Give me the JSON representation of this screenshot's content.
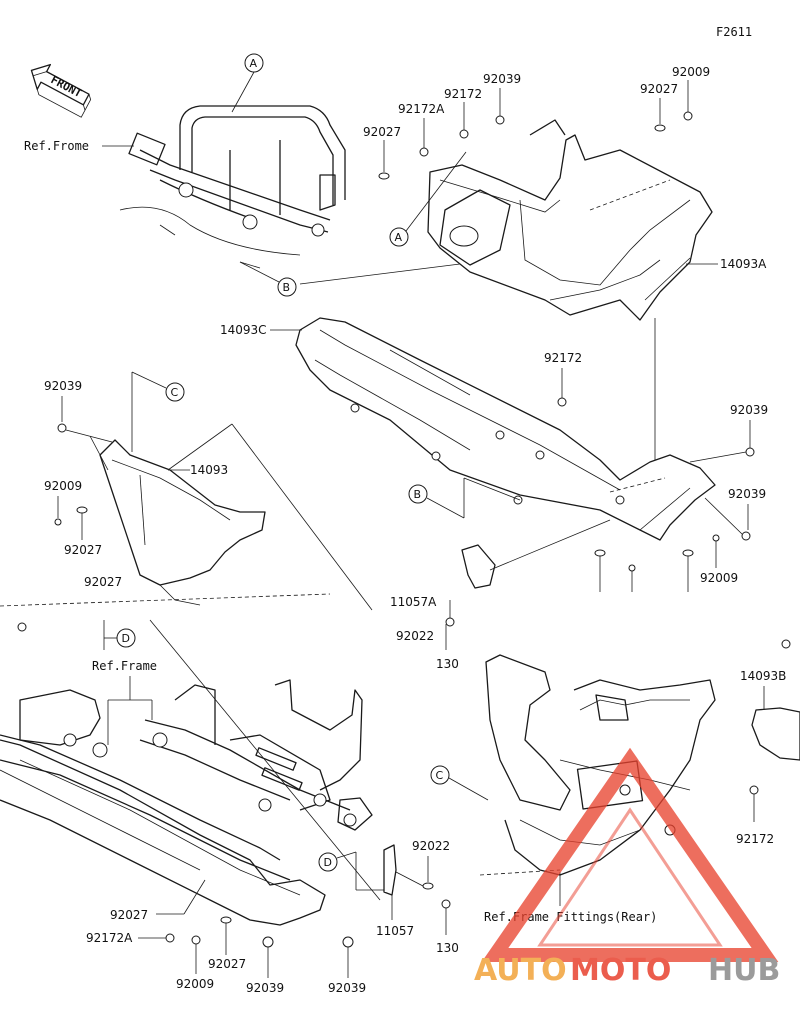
{
  "diagram": {
    "figure_code": "F2611",
    "front_arrow_label": "FRONT",
    "refs": {
      "frame_top": "Ref.Frome",
      "frame_mid": "Ref.Frame",
      "frame_fittings": "Ref.Frame Fittings(Rear)"
    },
    "callouts": [
      "A",
      "B",
      "C",
      "D"
    ],
    "parts": {
      "p14093A": "14093A",
      "p14093C": "14093C",
      "p14093": "14093",
      "p14093B": "14093B",
      "p92039": "92039",
      "p92009": "92009",
      "p92027": "92027",
      "p92172": "92172",
      "p92172A": "92172A",
      "p92022": "92022",
      "p11057": "11057",
      "p11057A": "11057A",
      "p130": "130"
    }
  },
  "watermark": {
    "part1": "AUTO",
    "part2": "MOTO",
    "part3": "HUB",
    "color_red": "#e8412e",
    "color_orange": "#f2a33a",
    "color_gray": "#8a8a8a"
  }
}
